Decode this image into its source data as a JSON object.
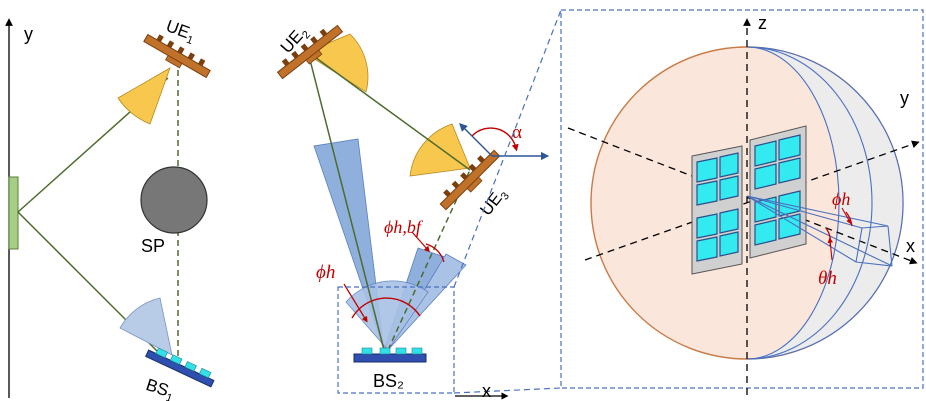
{
  "labels": {
    "y_axis_left": "y",
    "ue1": "UE",
    "ue1_sub": "1",
    "ue2": "UE",
    "ue2_sub": "2",
    "ue3": "UE",
    "ue3_sub": "3",
    "sp": "SP",
    "bs1": "BS",
    "bs1_sub": "1",
    "bs2": "BS₂",
    "x_axis_bottom": "x",
    "alpha": "α",
    "phi_h_bf": "ϕh,bf",
    "phi_h_left": "ϕh",
    "z_axis": "z",
    "y_axis_right": "y",
    "x_axis_right": "x",
    "phi_h_right": "ϕh",
    "theta_h": "θh"
  },
  "colors": {
    "device_orange": "#c0712a",
    "device_dark": "#7a3f0f",
    "bs_blue": "#2f4fb0",
    "bs_cyan": "#33e0e8",
    "beam_blue": "#8fb0dc",
    "beam_yellow": "#f8c84e",
    "ray_green": "#4e6b2e",
    "reflector_green": "#a6cf85",
    "sphere_fill": "#fbe6dc",
    "sphere_edge": "#c97a45",
    "panel_gray": "#d0d0d0",
    "element_cyan": "#33eaf0",
    "dashed_blue": "#4a70c0",
    "annot_red": "#c00000"
  }
}
